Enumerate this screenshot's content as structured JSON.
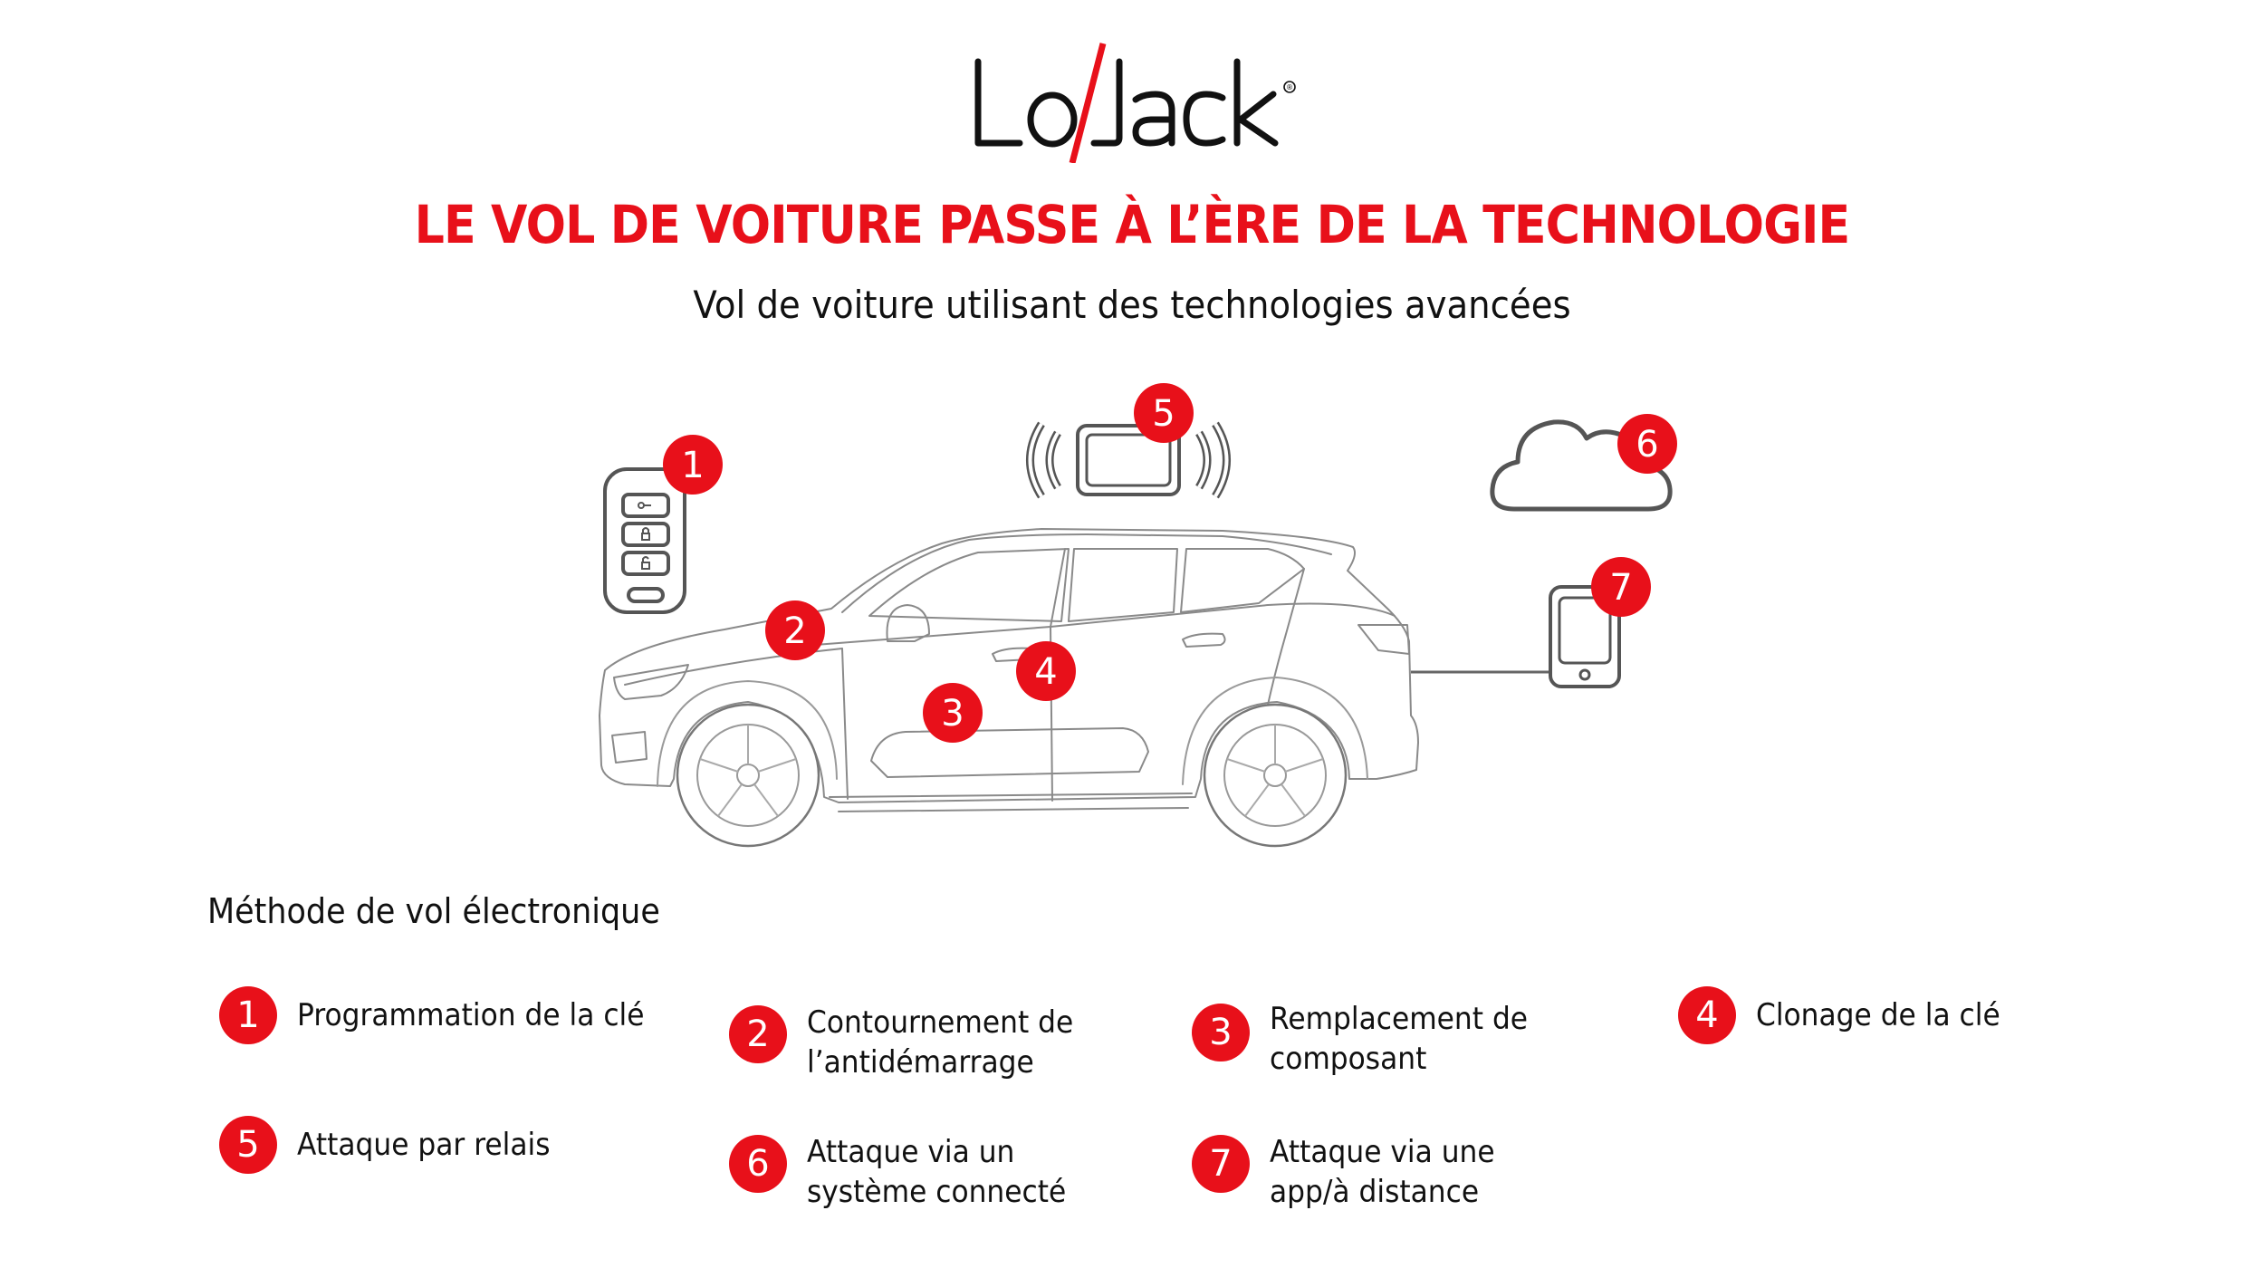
{
  "brand": {
    "logo_left": "Lo",
    "logo_right": "Jack",
    "registered_mark": "®",
    "slash_color": "#e8101a",
    "text_color": "#111111"
  },
  "header": {
    "title": "LE VOL DE VOITURE PASSE À L’ÈRE DE LA TECHNOLOGIE",
    "subtitle": "Vol de voiture utilisant des technologies avancées",
    "title_color": "#e8101a"
  },
  "diagram": {
    "badge_color": "#e8101a",
    "line_color": "#555555",
    "callouts": [
      {
        "number": "1",
        "icon": "key-fob-icon"
      },
      {
        "number": "2",
        "target": "car-hood"
      },
      {
        "number": "3",
        "target": "car-door-panel"
      },
      {
        "number": "4",
        "target": "car-door-handle"
      },
      {
        "number": "5",
        "icon": "relay-device-icon"
      },
      {
        "number": "6",
        "icon": "cloud-icon"
      },
      {
        "number": "7",
        "icon": "smartphone-icon"
      }
    ]
  },
  "legend": {
    "heading": "Méthode de vol électronique",
    "items": [
      {
        "number": "1",
        "label": "Programmation de la clé"
      },
      {
        "number": "2",
        "label": "Contournement de\nl’antidémarrage"
      },
      {
        "number": "3",
        "label": "Remplacement de\ncomposant"
      },
      {
        "number": "4",
        "label": "Clonage de la clé"
      },
      {
        "number": "5",
        "label": "Attaque par relais"
      },
      {
        "number": "6",
        "label": "Attaque via un\nsystème connecté"
      },
      {
        "number": "7",
        "label": "Attaque via une\napp/à distance"
      }
    ]
  }
}
